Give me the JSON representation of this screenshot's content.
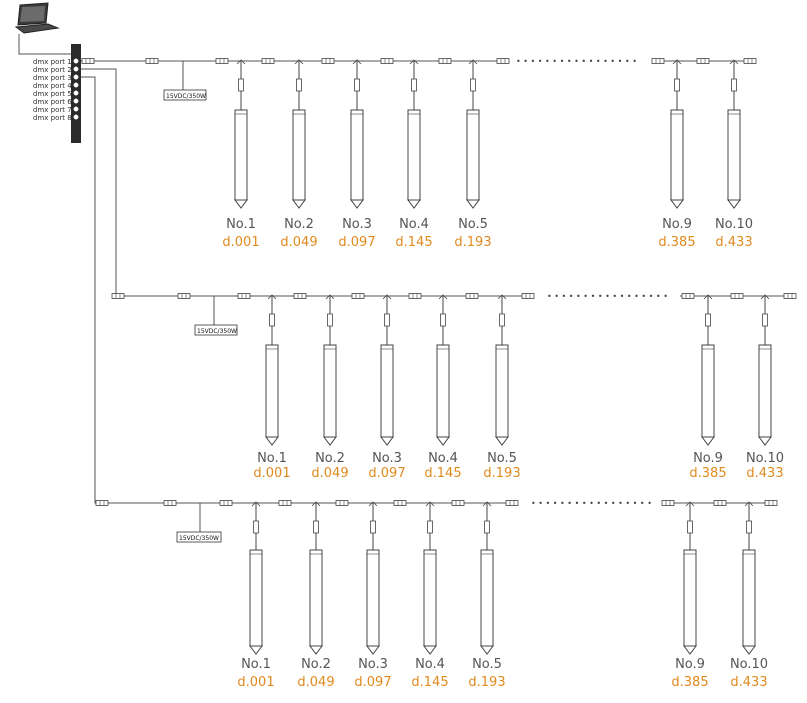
{
  "colors": {
    "address": "#e08a1e",
    "name": "#555555",
    "line": "#555555",
    "tube_fill": "#ffffff",
    "laptop": "#3a3a3a"
  },
  "icons": [
    "laptop-icon",
    "dmx-splitter",
    "power-supply",
    "connector",
    "led-tube"
  ],
  "controller": {
    "ports": [
      "dmx port 1",
      "dmx port 2",
      "dmx port 3",
      "dmx port 4",
      "dmx port 5",
      "dmx port 6",
      "dmx port 7",
      "dmx port 8"
    ]
  },
  "power_supply_label": "15VDC/350W",
  "ellipsis_text": "• • • • • • • • • • • • • • • • •",
  "rows": [
    {
      "port": "dmx port 1",
      "fixtures": [
        {
          "name": "No.1",
          "address": "d.001"
        },
        {
          "name": "No.2",
          "address": "d.049"
        },
        {
          "name": "No.3",
          "address": "d.097"
        },
        {
          "name": "No.4",
          "address": "d.145"
        },
        {
          "name": "No.5",
          "address": "d.193"
        },
        {
          "name": "No.9",
          "address": "d.385"
        },
        {
          "name": "No.10",
          "address": "d.433"
        }
      ]
    },
    {
      "port": "dmx port 2",
      "fixtures": [
        {
          "name": "No.1",
          "address": "d.001"
        },
        {
          "name": "No.2",
          "address": "d.049"
        },
        {
          "name": "No.3",
          "address": "d.097"
        },
        {
          "name": "No.4",
          "address": "d.145"
        },
        {
          "name": "No.5",
          "address": "d.193"
        },
        {
          "name": "No.9",
          "address": "d.385"
        },
        {
          "name": "No.10",
          "address": "d.433"
        }
      ]
    },
    {
      "port": "dmx port 3",
      "fixtures": [
        {
          "name": "No.1",
          "address": "d.001"
        },
        {
          "name": "No.2",
          "address": "d.049"
        },
        {
          "name": "No.3",
          "address": "d.097"
        },
        {
          "name": "No.4",
          "address": "d.145"
        },
        {
          "name": "No.5",
          "address": "d.193"
        },
        {
          "name": "No.9",
          "address": "d.385"
        },
        {
          "name": "No.10",
          "address": "d.433"
        }
      ]
    }
  ]
}
